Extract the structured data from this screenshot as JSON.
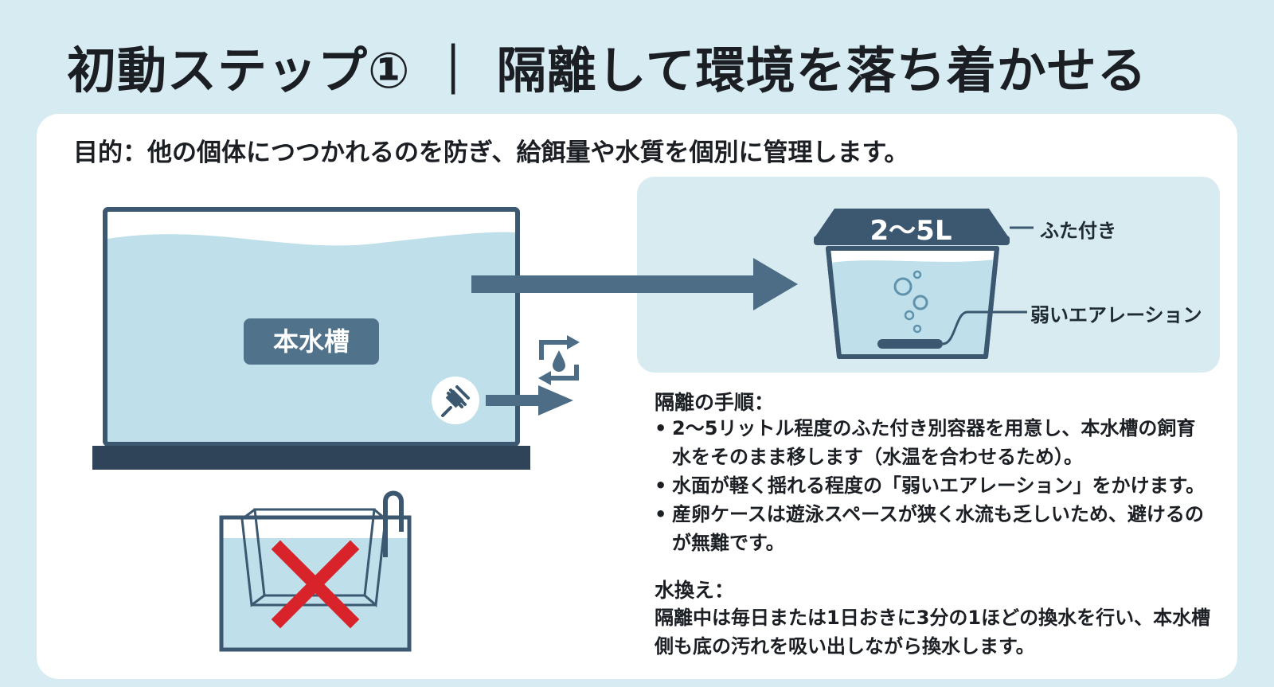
{
  "title": "初動ステップ① ｜ 隔離して環境を落ち着かせる",
  "purpose": "目的：他の個体につつかれるのを防ぎ、給餌量や水質を個別に管理します。",
  "main_tank": {
    "label": "本水槽"
  },
  "container": {
    "capacity": "2〜5L",
    "lid_callout": "ふた付き",
    "aeration_callout": "弱いエアレーション"
  },
  "procedure": {
    "heading": "隔離の手順：",
    "items": [
      "2〜5リットル程度のふた付き別容器を用意し、本水槽の飼育水をそのまま移します（水温を合わせるため）。",
      "水面が軽く揺れる程度の「弱いエアレーション」をかけます。",
      "産卵ケースは遊泳スペースが狭く水流も乏しいため、避けるのが無難です。"
    ]
  },
  "water_change": {
    "heading": "水換え：",
    "text": "隔離中は毎日または1日おきに3分の1ほどの換水を行い、本水槽側も底の汚れを吸い出しながら換水します。"
  },
  "colors": {
    "background": "#d6ebf2",
    "navy": "#3b5870",
    "water": "#bfe0ea",
    "cross": "#d8232a"
  },
  "icons": [
    "water-cycle-icon",
    "plug-icon",
    "arrow-right-icon",
    "cross-icon",
    "bubbles-icon"
  ]
}
